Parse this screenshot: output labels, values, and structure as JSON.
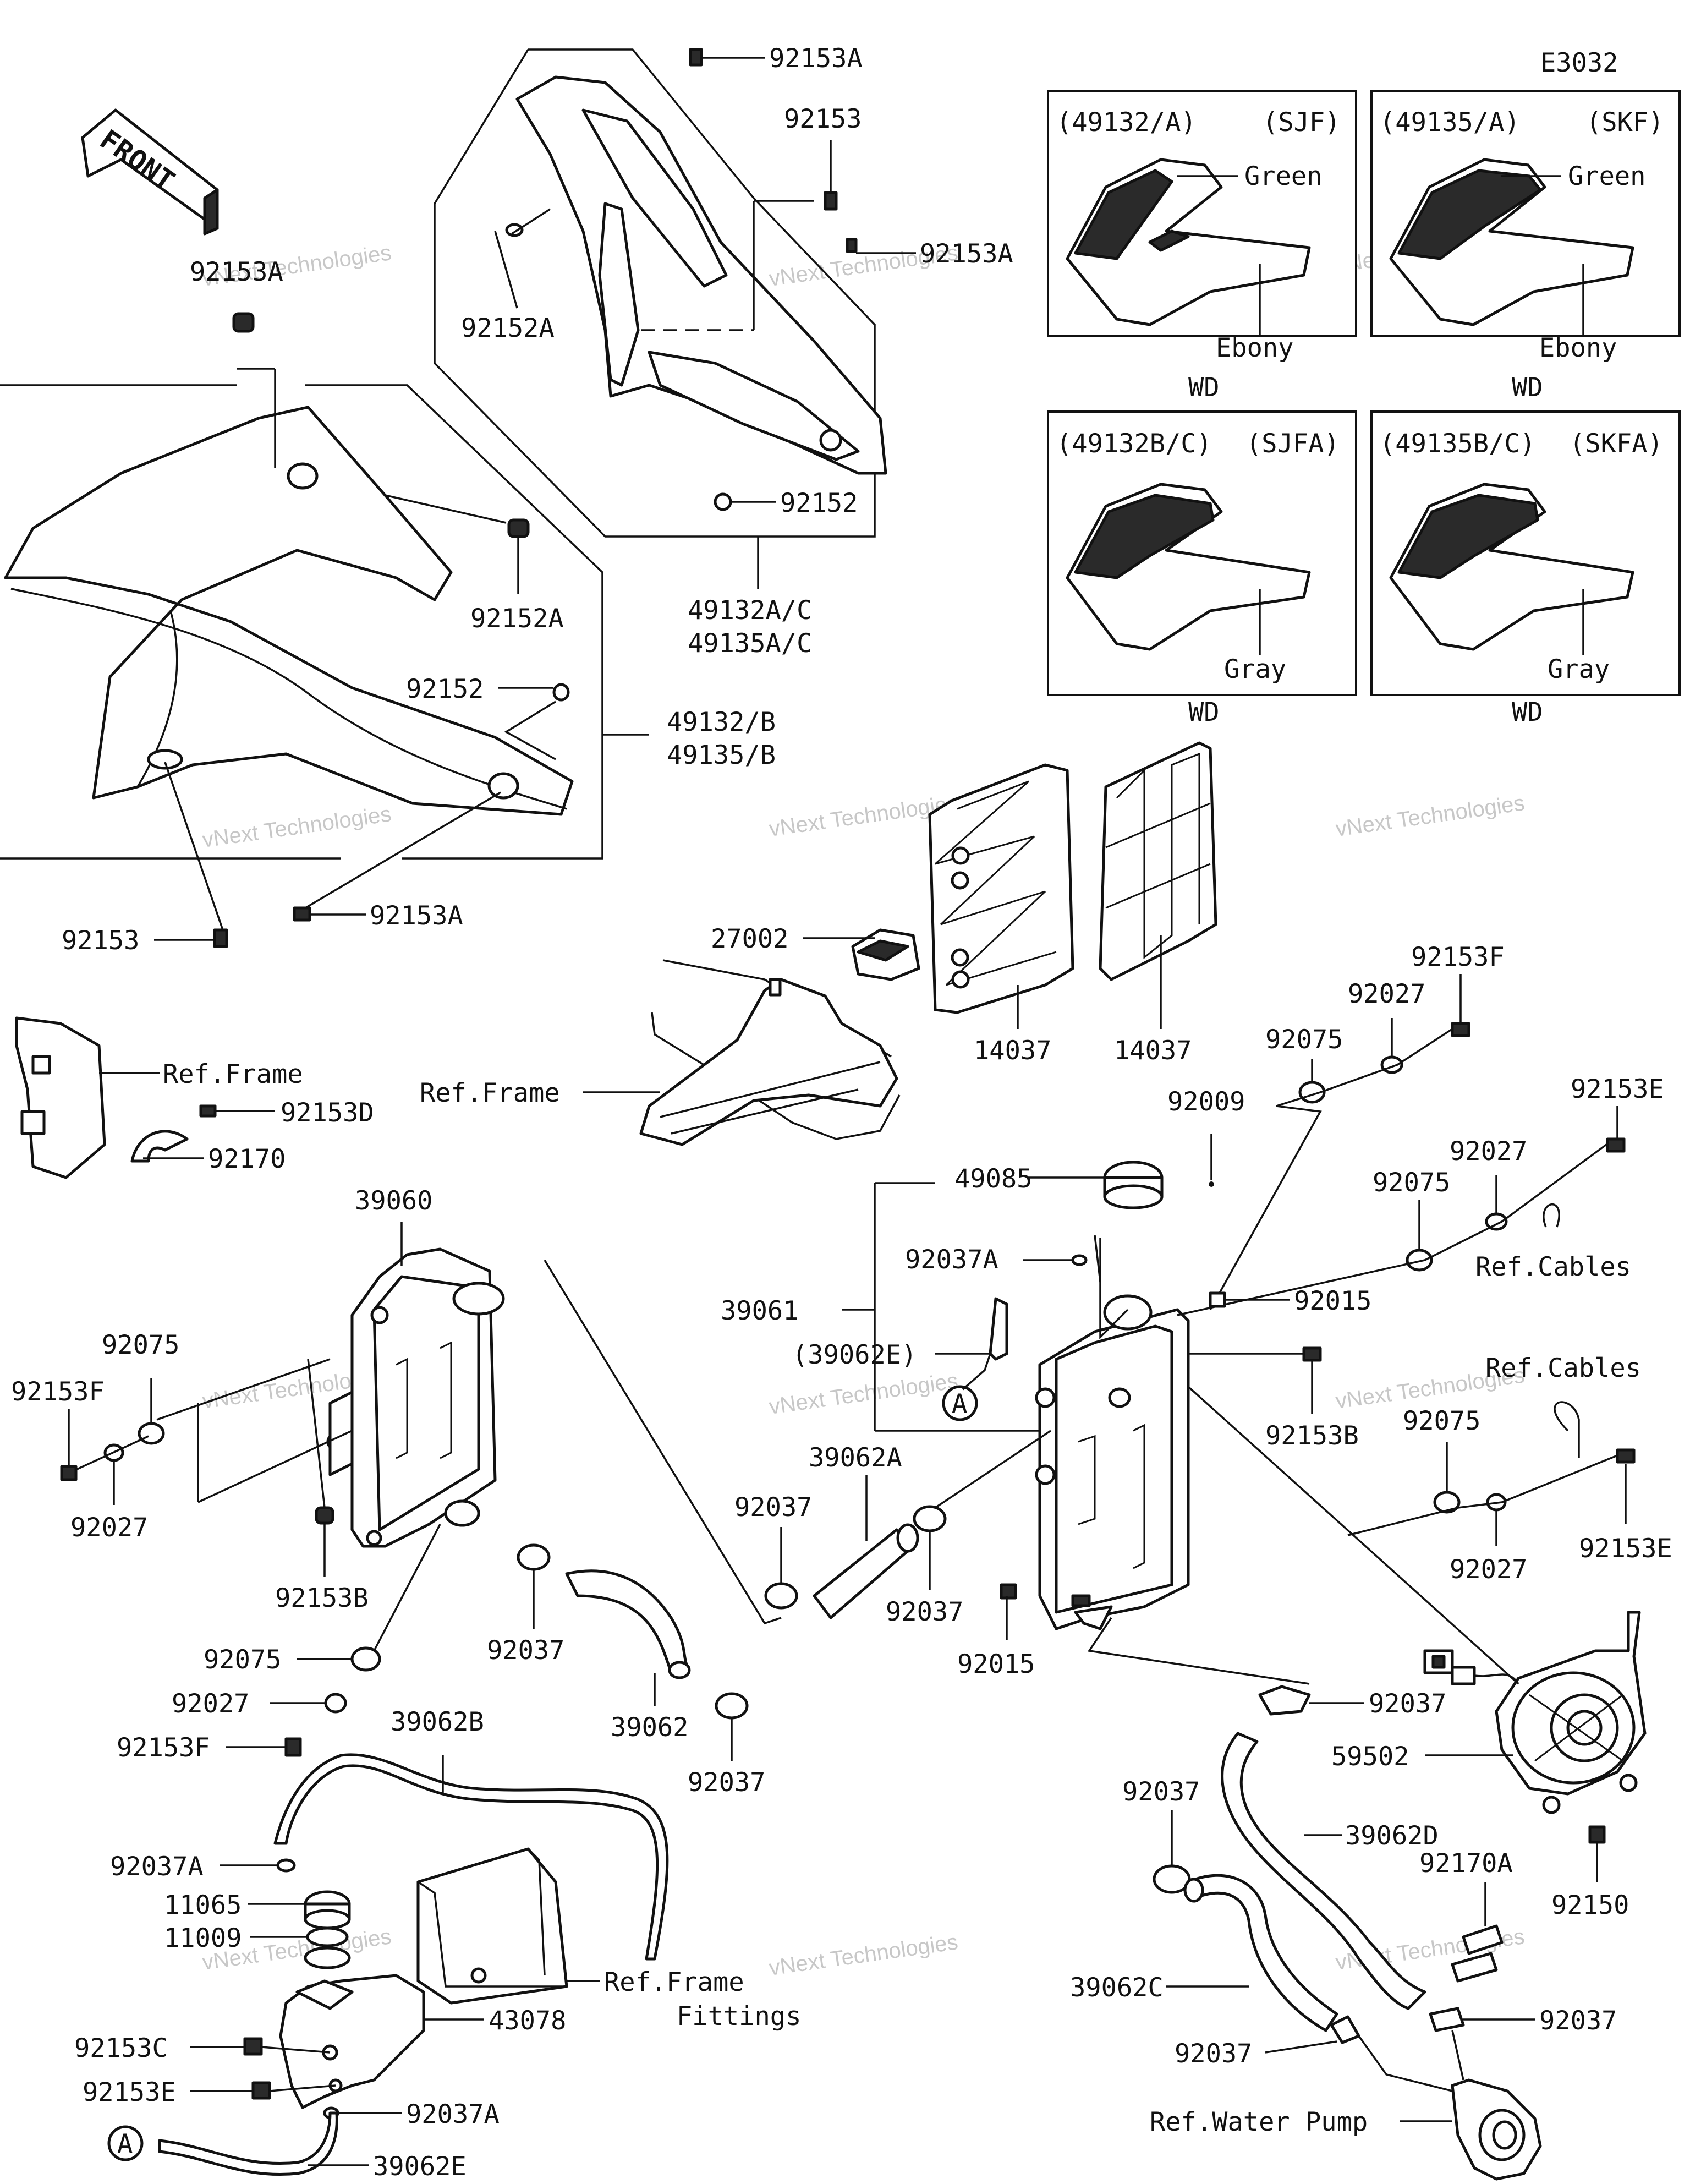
{
  "diagram_code": "E3032",
  "front_label": "FRONT",
  "watermark": {
    "line1": "vNext Technologies",
    "line2": "Technologies",
    "line3": "vNext"
  },
  "variants": [
    {
      "code": "(49132/A)",
      "color_code": "(SJF)",
      "colors": [
        "Green",
        "Ebony"
      ],
      "footer": "WD"
    },
    {
      "code": "(49135/A)",
      "color_code": "(SKF)",
      "colors": [
        "Green",
        "Ebony"
      ],
      "footer": "WD"
    },
    {
      "code": "(49132B/C)",
      "color_code": "(SJFA)",
      "colors": [
        "Gray"
      ],
      "footer": "WD"
    },
    {
      "code": "(49135B/C)",
      "color_code": "(SKFA)",
      "colors": [
        "Gray"
      ],
      "footer": "WD"
    }
  ],
  "labels": {
    "p92153A_top": "92153A",
    "p92153_top": "92153",
    "p92153A_mid": "92153A",
    "p92152A_top": "92152A",
    "p92152_top": "92152",
    "p49132AC": "49132A/C",
    "p49135AC": "49135A/C",
    "p92153A_left": "92153A",
    "p92152A_left": "92152A",
    "p92152_left": "92152",
    "p49132B": "49132/B",
    "p49135B": "49135/B",
    "p92153_left": "92153",
    "p92153A_bottom": "92153A",
    "p27002": "27002",
    "ref_frame_1": "Ref.Frame",
    "ref_frame_2": "Ref.Frame",
    "p92153D": "92153D",
    "p92170": "92170",
    "p14037_a": "14037",
    "p14037_b": "14037",
    "p92153F_r": "92153F",
    "p92027_r1": "92027",
    "p92075_r1": "92075",
    "p92009": "92009",
    "p92153E_r1": "92153E",
    "p92027_r2": "92027",
    "p92075_r2": "92075",
    "ref_cables_1": "Ref.Cables",
    "p49085": "49085",
    "p92037A_c": "92037A",
    "p39061": "39061",
    "p39062E_c": "(39062E)",
    "p92015_a": "92015",
    "p92153B_r": "92153B",
    "ref_cables_2": "Ref.Cables",
    "p92075_r3": "92075",
    "p92153E_r2": "92153E",
    "p92027_r3": "92027",
    "p39060": "39060",
    "p92075_l1": "92075",
    "p92153F_l": "92153F",
    "p92027_l1": "92027",
    "p92153B_l": "92153B",
    "p39062A": "39062A",
    "p92037_c1": "92037",
    "p92037_c2": "92037",
    "p92015_b": "92015",
    "p92075_l2": "92075",
    "p92027_l2": "92027",
    "p92153F_l2": "92153F",
    "p92037_l1": "92037",
    "p39062": "39062",
    "p92037_l2": "92037",
    "p39062B": "39062B",
    "p92037A_l": "92037A",
    "p11065": "11065",
    "p11009": "11009",
    "ref_frame_fittings_1": "Ref.Frame",
    "ref_frame_fittings_2": "Fittings",
    "p43078": "43078",
    "p92153C": "92153C",
    "p92153E_l": "92153E",
    "p92037A_b": "92037A",
    "p39062E_b": "39062E",
    "marker_a": "A",
    "p92037_f1": "92037",
    "p59502": "59502",
    "p92037_f2": "92037",
    "p39062D": "39062D",
    "p92170A": "92170A",
    "p92150": "92150",
    "p39062C": "39062C",
    "p92037_f3": "92037",
    "p92037_f4": "92037",
    "ref_water_pump": "Ref.Water Pump"
  }
}
